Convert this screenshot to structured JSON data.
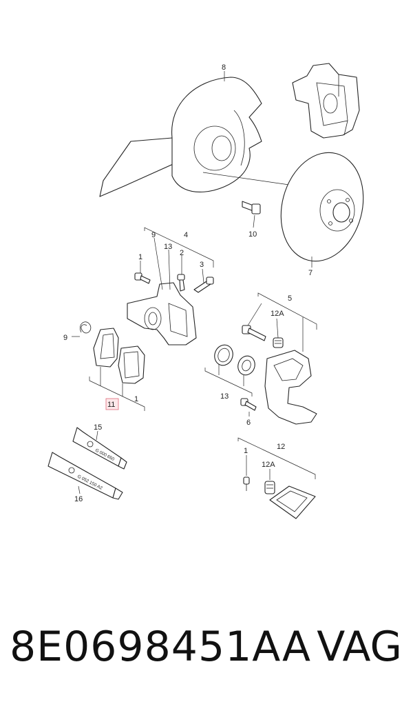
{
  "callouts": {
    "c8": "8",
    "c10": "10",
    "c7": "7",
    "c9a": "9",
    "c4": "4",
    "c13a": "13",
    "c2": "2",
    "c1a": "1",
    "c3": "3",
    "c5": "5",
    "c12a_top": "12A",
    "c9b": "9",
    "c1b": "1",
    "c11": "11",
    "c13b": "13",
    "c6": "6",
    "c15": "15",
    "c16": "16",
    "c12": "12",
    "c1c": "1",
    "c12a_bottom": "12A"
  },
  "tube_labels": {
    "tube15": "G 000 650",
    "tube16": "G 052 150 A2"
  },
  "caption": {
    "part_number": "8E0698451AA",
    "brand": "VAG"
  },
  "colors": {
    "highlight_fill": "#fde8ea",
    "highlight_stroke": "#e06a7a",
    "line": "#222222"
  }
}
